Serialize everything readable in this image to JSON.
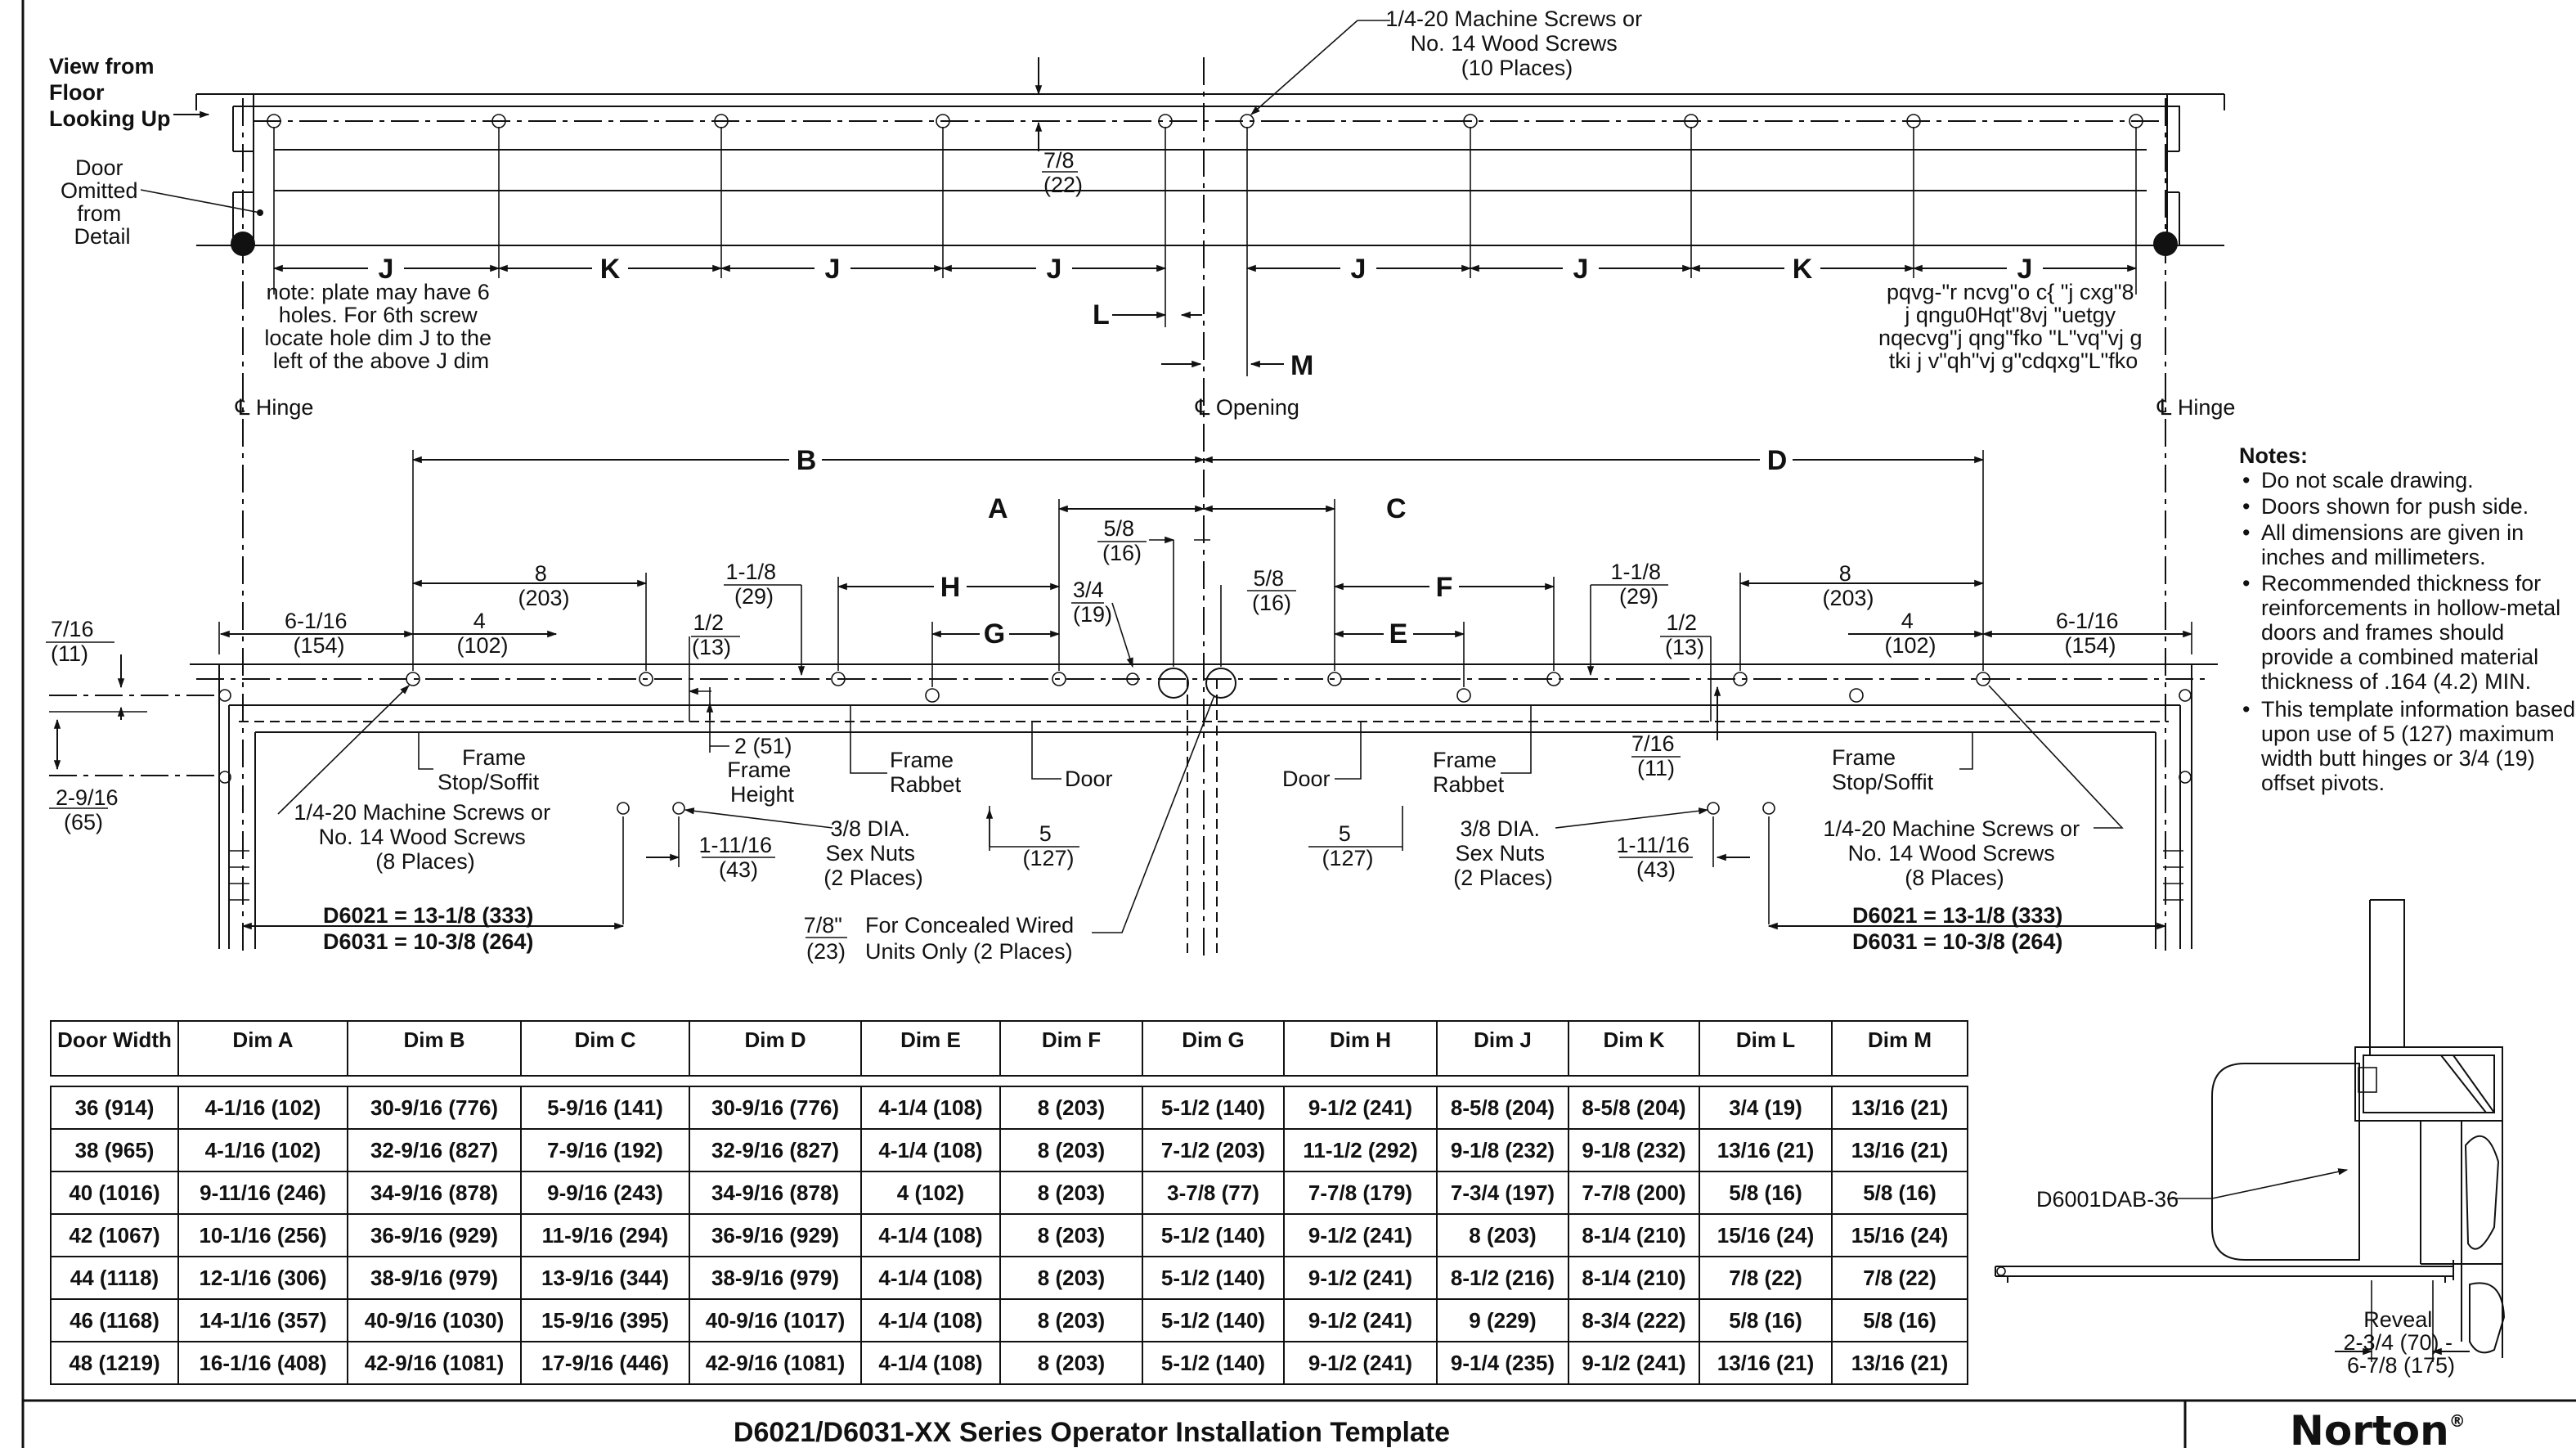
{
  "top_view": {
    "view_label": [
      "View from",
      "Floor",
      "Looking Up"
    ],
    "door_omitted": [
      "Door",
      "Omitted",
      "from",
      "Detail"
    ],
    "screw_callout": [
      "1/4-20 Machine Screws or",
      "No. 14 Wood Screws",
      "(10 Places)"
    ],
    "offset_dim": [
      "7/8",
      "(22)"
    ],
    "seg_labels": [
      "J",
      "K",
      "J",
      "J",
      "J",
      "J",
      "K",
      "J"
    ],
    "L": "L",
    "M": "M",
    "note_left": [
      "note: plate may have 6",
      "holes. For 6th screw",
      "locate hole dim J to the",
      "left of the above J dim"
    ],
    "note_right": [
      "pqvg-\"r ncvg\"o c{ \"j cxg\"8",
      "j qngu0Hqt\"8vj \"uetgy",
      "nqecvg\"j qng\"fko \"L\"vq\"vj g",
      "tki j v\"qh\"vj g\"cdqxg\"L\"fko"
    ],
    "hinge_left": "Hinge",
    "opening": "Opening",
    "hinge_right": "Hinge"
  },
  "bottom_view": {
    "B": "B",
    "D": "D",
    "A": "A",
    "C": "C",
    "H": "H",
    "G": "G",
    "F": "F",
    "E": "E",
    "d_5_8_left": [
      "5/8",
      "(16)"
    ],
    "d_5_8_right": [
      "5/8",
      "(16)"
    ],
    "d_3_4": [
      "3/4",
      "(19)"
    ],
    "d_8_left": [
      "8",
      "(203)"
    ],
    "d_8_right": [
      "8",
      "(203)"
    ],
    "d_4_left": [
      "4",
      "(102)"
    ],
    "d_4_right": [
      "4",
      "(102)"
    ],
    "d_1_1_8_left": [
      "1-1/8",
      "(29)"
    ],
    "d_1_1_8_right": [
      "1-1/8",
      "(29)"
    ],
    "d_1_2_left": [
      "1/2",
      "(13)"
    ],
    "d_1_2_right": [
      "1/2",
      "(13)"
    ],
    "d_6_1_16_left": [
      "6-1/16",
      "(154)"
    ],
    "d_6_1_16_right": [
      "6-1/16",
      "(154)"
    ],
    "d_7_16_left": [
      "7/16",
      "(11)"
    ],
    "d_7_16_right": [
      "7/16",
      "(11)"
    ],
    "d_2_9_16": [
      "2-9/16",
      "(65)"
    ],
    "d_2_51": "2 (51)",
    "frame_height": [
      "Frame",
      "Height"
    ],
    "frame_stop_left": [
      "Frame",
      "Stop/Soffit"
    ],
    "frame_stop_right": [
      "Frame",
      "Stop/Soffit"
    ],
    "frame_rabbet_left": [
      "Frame",
      "Rabbet"
    ],
    "frame_rabbet_right": [
      "Frame",
      "Rabbet"
    ],
    "door_left": "Door",
    "door_right": "Door",
    "screws_left": [
      "1/4-20 Machine Screws or",
      "No. 14 Wood Screws",
      "(8 Places)"
    ],
    "screws_right": [
      "1/4-20 Machine Screws or",
      "No. 14 Wood Screws",
      "(8 Places)"
    ],
    "nuts_left": [
      "3/8 DIA.",
      "Sex Nuts",
      "(2 Places)"
    ],
    "nuts_right": [
      "3/8 DIA.",
      "Sex Nuts",
      "(2 Places)"
    ],
    "d_1_11_16_left": [
      "1-11/16",
      "(43)"
    ],
    "d_1_11_16_right": [
      "1-11/16",
      "(43)"
    ],
    "d_5_left": [
      "5",
      "(127)"
    ],
    "d_5_right": [
      "5",
      "(127)"
    ],
    "len_left": [
      "D6021 = 13-1/8 (333)",
      "D6031 = 10-3/8 (264)"
    ],
    "len_right": [
      "D6021 = 13-1/8 (333)",
      "D6031 = 10-3/8 (264)"
    ],
    "concealed": [
      "7/8\"",
      "(23)",
      "For Concealed Wired",
      "Units Only (2 Places)"
    ]
  },
  "notes": {
    "title": "Notes:",
    "items": [
      [
        "Do not scale drawing."
      ],
      [
        "Doors shown for push side."
      ],
      [
        "All dimensions are given in",
        "inches and millimeters."
      ],
      [
        "Recommended thickness for",
        "reinforcements in hollow-metal",
        "doors and frames should",
        "provide a combined material",
        "thickness of .164 (4.2) MIN."
      ],
      [
        "This template information based",
        "upon use of 5 (127) maximum",
        "width butt hinges or 3/4 (19)",
        "offset pivots."
      ]
    ]
  },
  "table": {
    "headers": [
      "Door Width",
      "Dim A",
      "Dim B",
      "Dim C",
      "Dim D",
      "Dim E",
      "Dim F",
      "Dim G",
      "Dim H",
      "Dim J",
      "Dim K",
      "Dim L",
      "Dim M"
    ],
    "rows": [
      [
        "36 (914)",
        "4-1/16 (102)",
        "30-9/16 (776)",
        "5-9/16 (141)",
        "30-9/16 (776)",
        "4-1/4 (108)",
        "8 (203)",
        "5-1/2 (140)",
        "9-1/2 (241)",
        "8-5/8 (204)",
        "8-5/8 (204)",
        "3/4 (19)",
        "13/16 (21)"
      ],
      [
        "38 (965)",
        "4-1/16 (102)",
        "32-9/16 (827)",
        "7-9/16 (192)",
        "32-9/16 (827)",
        "4-1/4 (108)",
        "8 (203)",
        "7-1/2 (203)",
        "11-1/2 (292)",
        "9-1/8 (232)",
        "9-1/8 (232)",
        "13/16 (21)",
        "13/16 (21)"
      ],
      [
        "40 (1016)",
        "9-11/16 (246)",
        "34-9/16 (878)",
        "9-9/16 (243)",
        "34-9/16 (878)",
        "4 (102)",
        "8 (203)",
        "3-7/8 (77)",
        "7-7/8 (179)",
        "7-3/4 (197)",
        "7-7/8 (200)",
        "5/8 (16)",
        "5/8 (16)"
      ],
      [
        "42 (1067)",
        "10-1/16 (256)",
        "36-9/16 (929)",
        "11-9/16 (294)",
        "36-9/16 (929)",
        "4-1/4 (108)",
        "8 (203)",
        "5-1/2 (140)",
        "9-1/2 (241)",
        "8 (203)",
        "8-1/4 (210)",
        "15/16 (24)",
        "15/16 (24)"
      ],
      [
        "44 (1118)",
        "12-1/16 (306)",
        "38-9/16 (979)",
        "13-9/16 (344)",
        "38-9/16 (979)",
        "4-1/4 (108)",
        "8 (203)",
        "5-1/2 (140)",
        "9-1/2 (241)",
        "8-1/2 (216)",
        "8-1/4 (210)",
        "7/8 (22)",
        "7/8 (22)"
      ],
      [
        "46 (1168)",
        "14-1/16 (357)",
        "40-9/16 (1030)",
        "15-9/16 (395)",
        "40-9/16 (1017)",
        "4-1/4 (108)",
        "8 (203)",
        "5-1/2 (140)",
        "9-1/2 (241)",
        "9 (229)",
        "8-3/4 (222)",
        "5/8 (16)",
        "5/8 (16)"
      ],
      [
        "48 (1219)",
        "16-1/16 (408)",
        "42-9/16 (1081)",
        "17-9/16 (446)",
        "42-9/16 (1081)",
        "4-1/4 (108)",
        "8 (203)",
        "5-1/2 (140)",
        "9-1/2 (241)",
        "9-1/4 (235)",
        "9-1/2 (241)",
        "13/16 (21)",
        "13/16 (21)"
      ]
    ]
  },
  "side_detail": {
    "part": "D6001DAB-36",
    "reveal": [
      "Reveal",
      "2-3/4 (70) -",
      "6-7/8 (175)"
    ]
  },
  "footer": {
    "title": "D6021/D6031-XX Series Operator Installation Template",
    "brand": "Norton",
    "reg": "®"
  }
}
